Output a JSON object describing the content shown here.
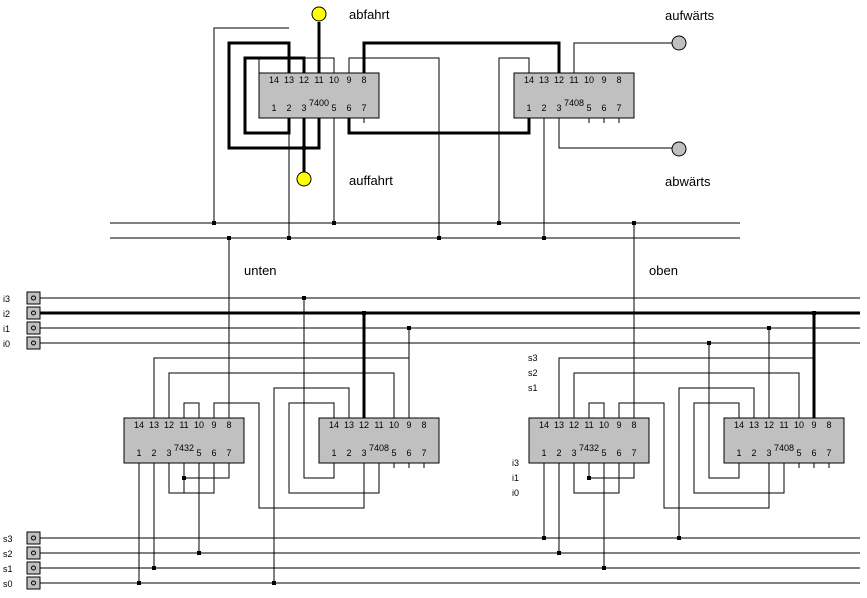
{
  "labels": {
    "abfahrt": "abfahrt",
    "auffahrt": "auffahrt",
    "aufwaerts": "aufwärts",
    "abwaerts": "abwärts",
    "unten": "unten",
    "oben": "oben"
  },
  "inputs_top": [
    "i3",
    "i2",
    "i1",
    "i0"
  ],
  "inputs_bottom": [
    "s3",
    "s2",
    "s1",
    "s0"
  ],
  "side_labels_right": [
    "s3",
    "s2",
    "s1"
  ],
  "side_labels_left_inputs": [
    "i3",
    "i1",
    "i0"
  ],
  "chips": [
    {
      "id": "chip-7400",
      "name": "7400",
      "top_pins": [
        "14",
        "13",
        "12",
        "11",
        "10",
        "9",
        "8"
      ],
      "bottom_pins": [
        "1",
        "2",
        "3",
        "5",
        "6",
        "7"
      ]
    },
    {
      "id": "chip-7408-top",
      "name": "7408",
      "top_pins": [
        "14",
        "13",
        "12",
        "11",
        "10",
        "9",
        "8"
      ],
      "bottom_pins": [
        "1",
        "2",
        "3",
        "5",
        "6",
        "7"
      ]
    },
    {
      "id": "chip-7432-left",
      "name": "7432",
      "top_pins": [
        "14",
        "13",
        "12",
        "11",
        "10",
        "9",
        "8"
      ],
      "bottom_pins": [
        "1",
        "2",
        "3",
        "5",
        "6",
        "7"
      ]
    },
    {
      "id": "chip-7408-left",
      "name": "7408",
      "top_pins": [
        "14",
        "13",
        "12",
        "11",
        "10",
        "9",
        "8"
      ],
      "bottom_pins": [
        "1",
        "2",
        "3",
        "5",
        "6",
        "7"
      ]
    },
    {
      "id": "chip-7432-right",
      "name": "7432",
      "top_pins": [
        "14",
        "13",
        "12",
        "11",
        "10",
        "9",
        "8"
      ],
      "bottom_pins": [
        "1",
        "2",
        "3",
        "5",
        "6",
        "7"
      ]
    },
    {
      "id": "chip-7408-right",
      "name": "7408",
      "top_pins": [
        "14",
        "13",
        "12",
        "11",
        "10",
        "9",
        "8"
      ],
      "bottom_pins": [
        "1",
        "2",
        "3",
        "5",
        "6",
        "7"
      ]
    }
  ],
  "colors": {
    "chip_fill": "#c0c0c0",
    "led_yellow": "#ffff00",
    "led_gray": "#c0c0c0",
    "wire": "#000000"
  }
}
